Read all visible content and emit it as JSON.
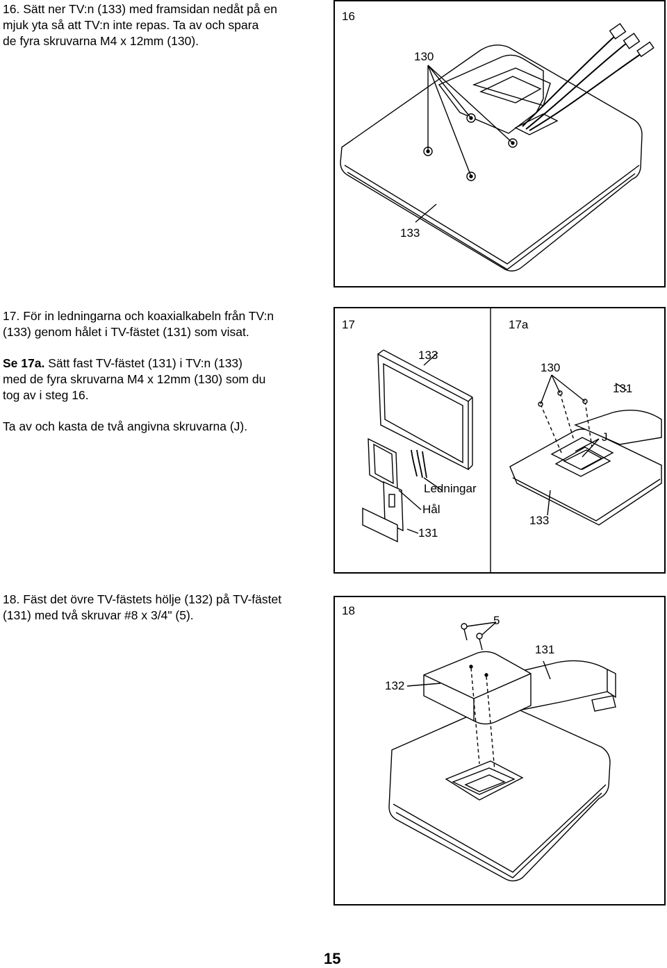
{
  "step16": {
    "line1": "16. Sätt ner TV:n (133) med framsidan nedåt på en",
    "line2": "mjuk yta så att TV:n inte repas. Ta av och spara",
    "line3": "de fyra skruvarna M4 x 12mm (130)."
  },
  "step17": {
    "line1": "17. För in ledningarna och koaxialkabeln från TV:n",
    "line2": "(133) genom hålet i TV-fästet (131) som visat.",
    "se_bold": "Se 17a.",
    "se_line1": " Sätt fast TV-fästet (131) i TV:n (133)",
    "se_line2": "med de fyra skruvarna M4 x 12mm (130) som du",
    "se_line3": "tog av i steg 16.",
    "discard": "Ta av och kasta de två angivna skruvarna (J)."
  },
  "step18": {
    "line1": "18. Fäst det övre TV-fästets hölje (132) på TV-fästet",
    "line2": "(131) med två skruvar #8 x 3/4\" (5)."
  },
  "figure16": {
    "number": "16",
    "label_130": "130",
    "label_133": "133"
  },
  "figure17": {
    "number": "17",
    "number_a": "17a",
    "label_133_top": "133",
    "label_ledningar": "Ledningar",
    "label_hal": "Hål",
    "label_131_left": "131",
    "label_130": "130",
    "label_131_right": "131",
    "label_j": "J",
    "label_133_right": "133"
  },
  "figure18": {
    "number": "18",
    "label_5": "5",
    "label_131": "131",
    "label_132": "132"
  },
  "page_number": "15"
}
